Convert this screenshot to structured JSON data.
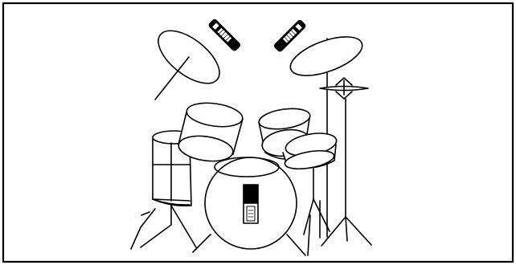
{
  "figure": {
    "subject": "drum-kit-microphone-placement",
    "stroke_color": "#000000",
    "background_color": "#ffffff",
    "frame_color": "#000000",
    "microphone_body_color": "#000000",
    "microphone_band_color": "#ffffff",
    "microphones": [
      {
        "name": "overhead-microphone-left"
      },
      {
        "name": "overhead-microphone-right"
      },
      {
        "name": "kick-drum-microphone"
      }
    ]
  }
}
